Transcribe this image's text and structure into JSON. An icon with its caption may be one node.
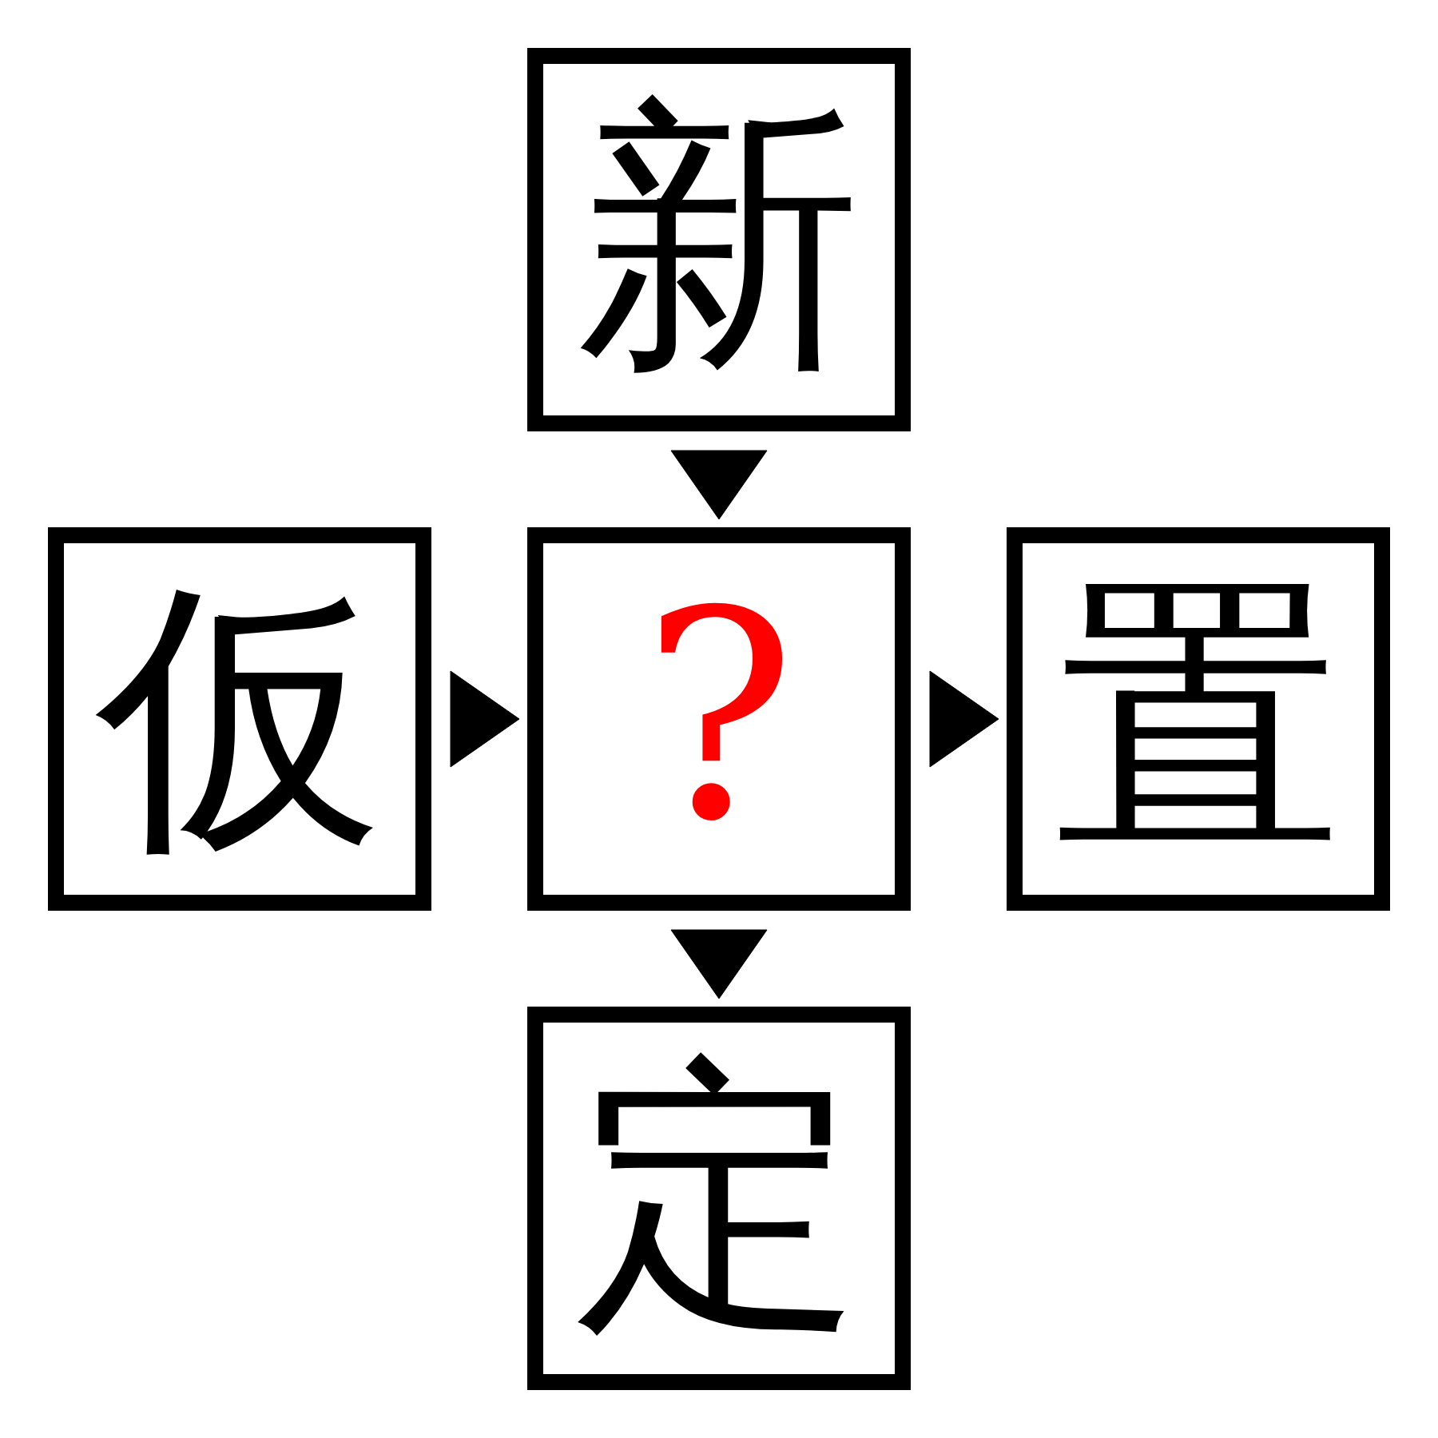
{
  "diagram": {
    "nodes": [
      {
        "text": [
          "新"
        ]
      },
      {
        "text": [
          "仮"
        ]
      },
      {
        "text": [
          "?"
        ]
      },
      {
        "text": [
          "置"
        ]
      },
      {
        "text": [
          "定"
        ]
      }
    ],
    "edges": [
      {
        "from": 0,
        "to": 2,
        "arrow": "to"
      },
      {
        "from": 1,
        "to": 2,
        "arrow": "to"
      },
      {
        "from": 2,
        "to": 3,
        "arrow": "to"
      },
      {
        "from": 2,
        "to": 4,
        "arrow": "to"
      }
    ]
  }
}
